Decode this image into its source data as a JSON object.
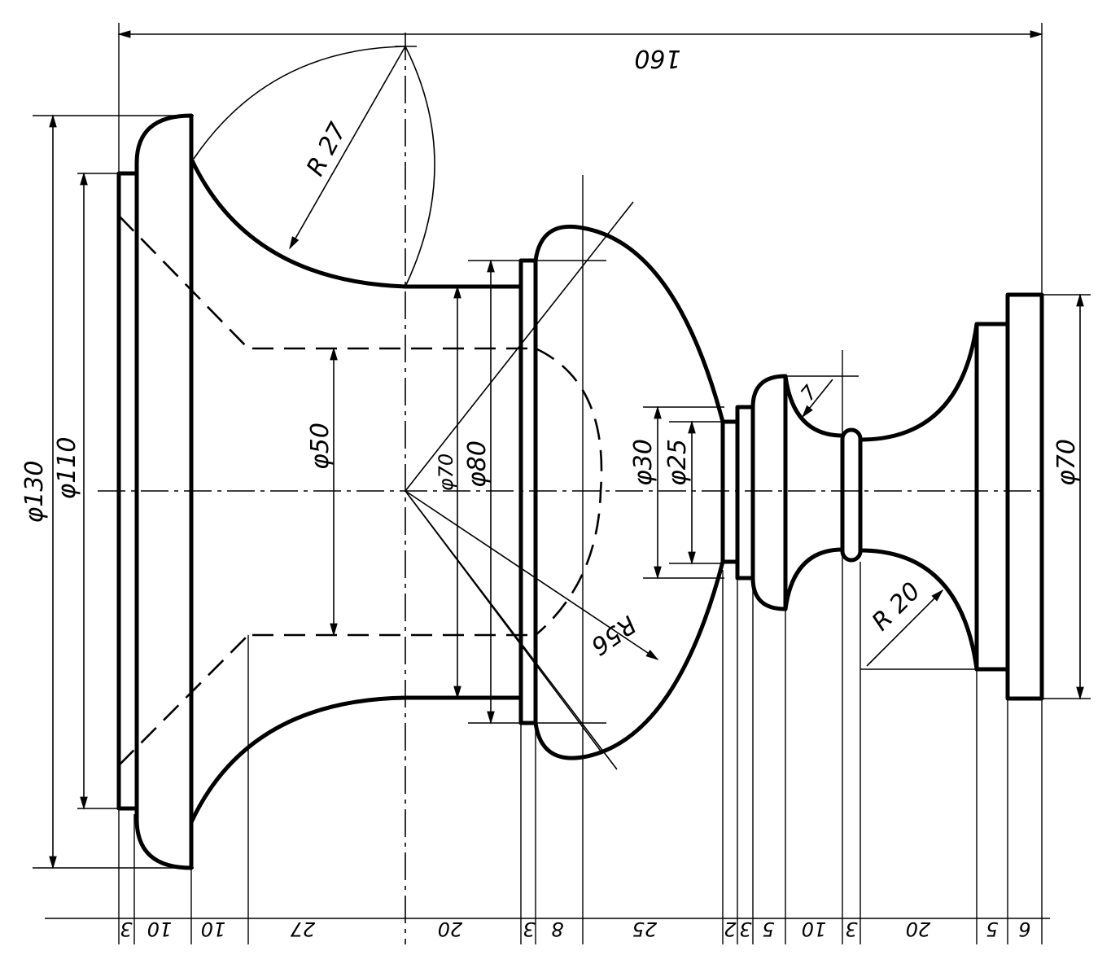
{
  "overall_length": "160",
  "diameters": {
    "d130": "φ130",
    "d110": "φ110",
    "d50": "φ50",
    "d70_inner": "φ70",
    "d80": "φ80",
    "d30": "φ30",
    "d25": "φ25",
    "d70_right": "φ70"
  },
  "radii": {
    "r27": "R 27",
    "r56": "R56",
    "r20": "R 20",
    "r7": "7"
  },
  "bottom_dims": [
    "3",
    "10",
    "10",
    "27",
    "20",
    "3",
    "8",
    "25",
    "2",
    "3",
    "5",
    "10",
    "3",
    "20",
    "5",
    "6"
  ]
}
